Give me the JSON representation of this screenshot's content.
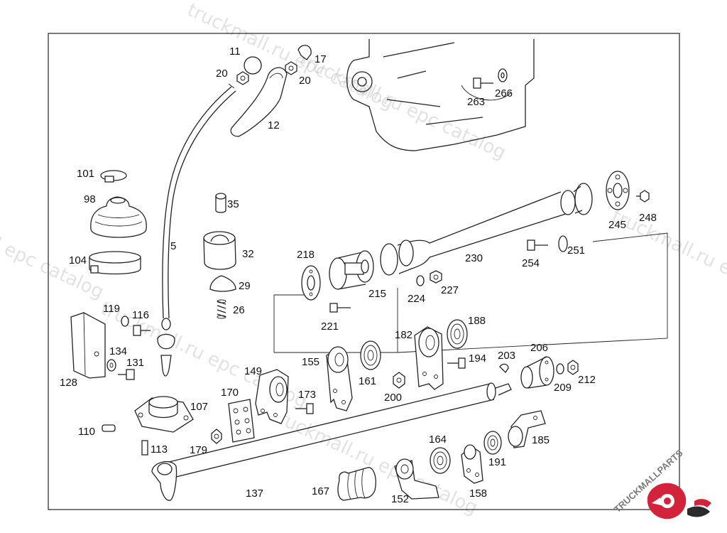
{
  "diagram": {
    "labels": [
      {
        "id": "11",
        "text": "11"
      },
      {
        "id": "17",
        "text": "17"
      },
      {
        "id": "20a",
        "text": "20"
      },
      {
        "id": "20b",
        "text": "20"
      },
      {
        "id": "12",
        "text": "12"
      },
      {
        "id": "263",
        "text": "263"
      },
      {
        "id": "266",
        "text": "266"
      },
      {
        "id": "101",
        "text": "101"
      },
      {
        "id": "98",
        "text": "98"
      },
      {
        "id": "35",
        "text": "35"
      },
      {
        "id": "5",
        "text": "5"
      },
      {
        "id": "32",
        "text": "32"
      },
      {
        "id": "104",
        "text": "104"
      },
      {
        "id": "29",
        "text": "29"
      },
      {
        "id": "26",
        "text": "26"
      },
      {
        "id": "218",
        "text": "218"
      },
      {
        "id": "215",
        "text": "215"
      },
      {
        "id": "221",
        "text": "221"
      },
      {
        "id": "224",
        "text": "224"
      },
      {
        "id": "227",
        "text": "227"
      },
      {
        "id": "230",
        "text": "230"
      },
      {
        "id": "254",
        "text": "254"
      },
      {
        "id": "251",
        "text": "251"
      },
      {
        "id": "245",
        "text": "245"
      },
      {
        "id": "248",
        "text": "248"
      },
      {
        "id": "119",
        "text": "119"
      },
      {
        "id": "116",
        "text": "116"
      },
      {
        "id": "134",
        "text": "134"
      },
      {
        "id": "131",
        "text": "131"
      },
      {
        "id": "128",
        "text": "128"
      },
      {
        "id": "149",
        "text": "149"
      },
      {
        "id": "155",
        "text": "155"
      },
      {
        "id": "161",
        "text": "161"
      },
      {
        "id": "182",
        "text": "182"
      },
      {
        "id": "188",
        "text": "188"
      },
      {
        "id": "194",
        "text": "194"
      },
      {
        "id": "203",
        "text": "203"
      },
      {
        "id": "206",
        "text": "206"
      },
      {
        "id": "209",
        "text": "209"
      },
      {
        "id": "212",
        "text": "212"
      },
      {
        "id": "200",
        "text": "200"
      },
      {
        "id": "170",
        "text": "170"
      },
      {
        "id": "173",
        "text": "173"
      },
      {
        "id": "107",
        "text": "107"
      },
      {
        "id": "110",
        "text": "110"
      },
      {
        "id": "113",
        "text": "113"
      },
      {
        "id": "179",
        "text": "179"
      },
      {
        "id": "164",
        "text": "164"
      },
      {
        "id": "185",
        "text": "185"
      },
      {
        "id": "191",
        "text": "191"
      },
      {
        "id": "137",
        "text": "137"
      },
      {
        "id": "167",
        "text": "167"
      },
      {
        "id": "152",
        "text": "152"
      },
      {
        "id": "158",
        "text": "158"
      }
    ]
  },
  "watermark": {
    "text_a": "truckmall.ru epc catalog",
    "text_b": "truckmall.ru epc catalog",
    "text_c": "l epc catalog",
    "text_d": "truckmall.ru e",
    "text_e": "truckmall.ru epc catalog",
    "text_f": "truckmall.ru epc catalog"
  },
  "logo": {
    "text": "TRUCKMALLPARTS",
    "colors": {
      "primary": "#d2233a",
      "secondary": "#2b2b2b"
    }
  }
}
